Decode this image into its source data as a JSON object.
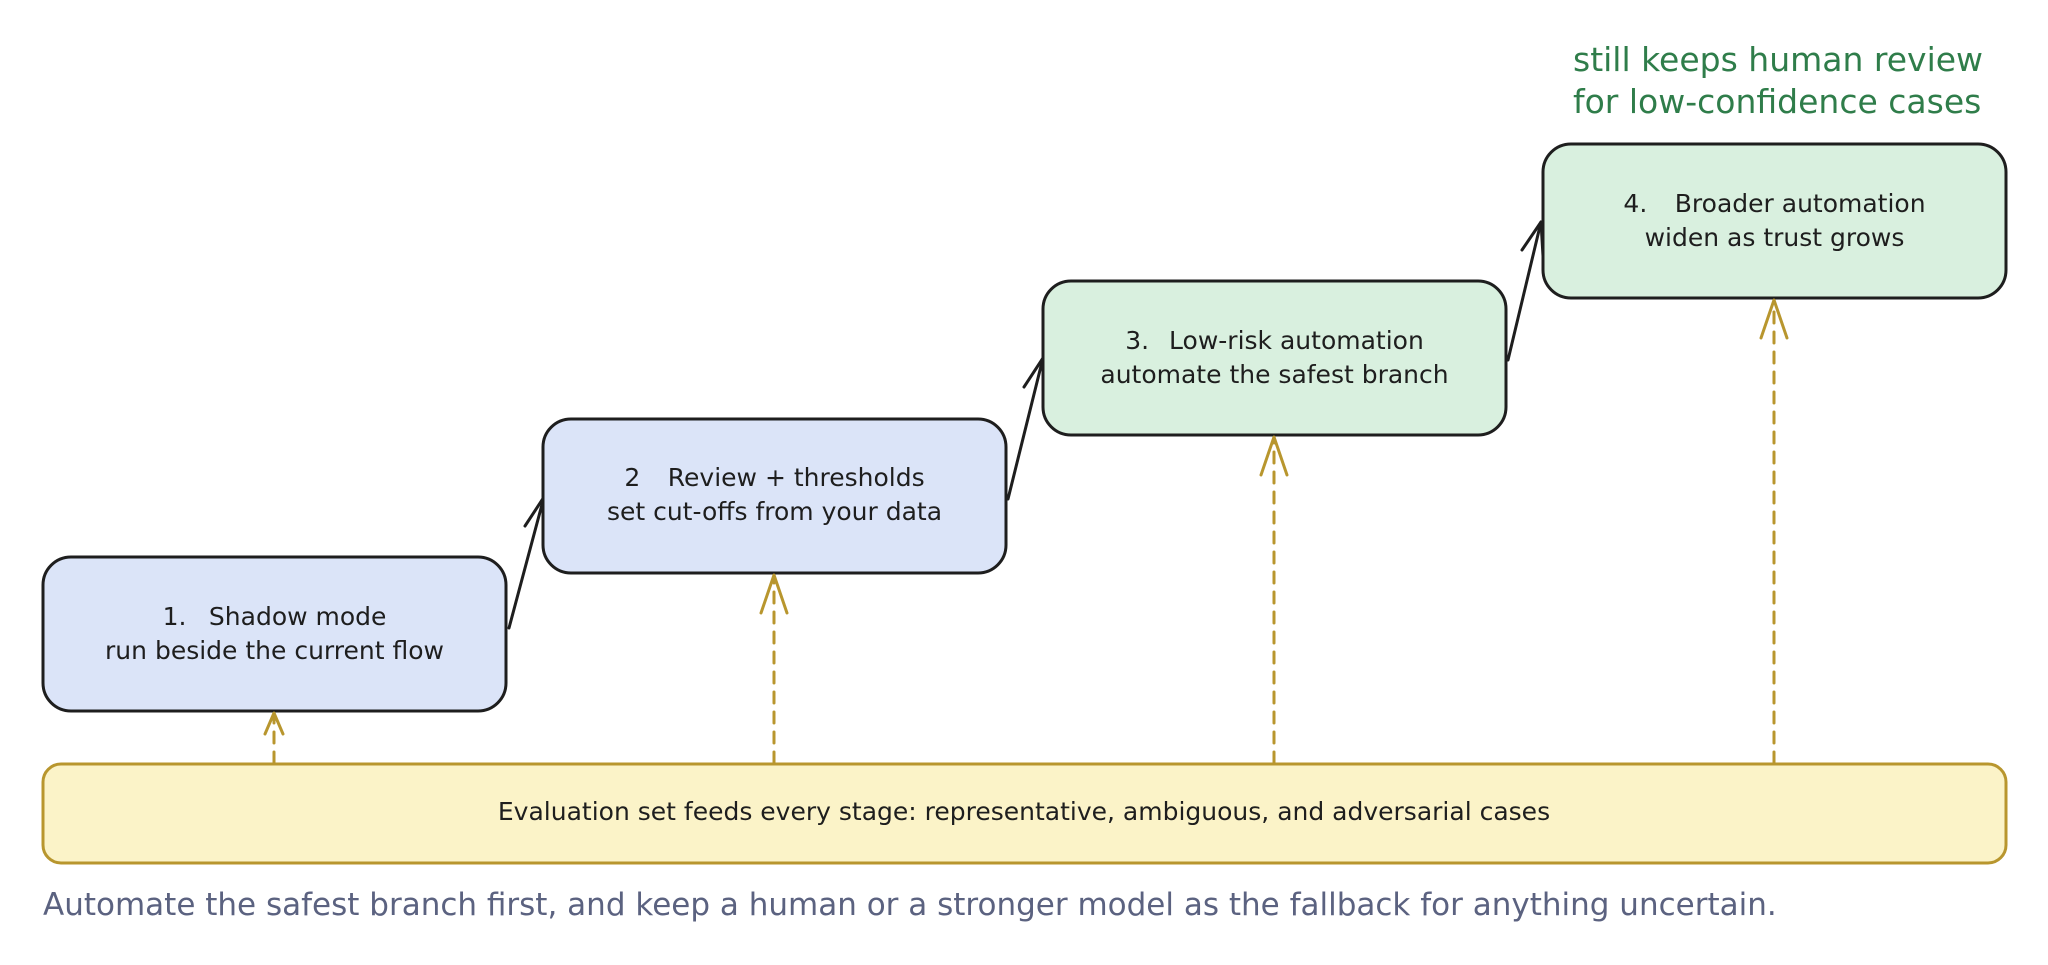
{
  "colors": {
    "ink": "#1e1e1e",
    "stage_blue_fill": "#dbe4f8",
    "stage_green_fill": "#d9f0df",
    "eval_fill": "#fbf3c8",
    "eval_stroke": "#b8962e",
    "feed_arrow": "#b8962e",
    "note": "#2f7d4a",
    "caption": "#5b6280"
  },
  "stages": [
    {
      "number": "1.",
      "title": "Shadow mode",
      "subtitle": "run beside the current flow",
      "tone": "blue"
    },
    {
      "number": "2",
      "title": "Review + thresholds",
      "subtitle": "set cut-offs from your data",
      "tone": "blue"
    },
    {
      "number": "3.",
      "title": "Low-risk automation",
      "subtitle": "automate the safest branch",
      "tone": "green"
    },
    {
      "number": "4.",
      "title": "Broader automation",
      "subtitle": "widen as trust grows",
      "tone": "green"
    }
  ],
  "evaluation_bar": {
    "label": "Evaluation set feeds every stage: representative, ambiguous, and adversarial cases"
  },
  "note": {
    "line1": "still keeps human review",
    "line2": "for low-confidence cases"
  },
  "caption": "Automate the safest branch first, and keep a human or a stronger model as the fallback for anything uncertain."
}
